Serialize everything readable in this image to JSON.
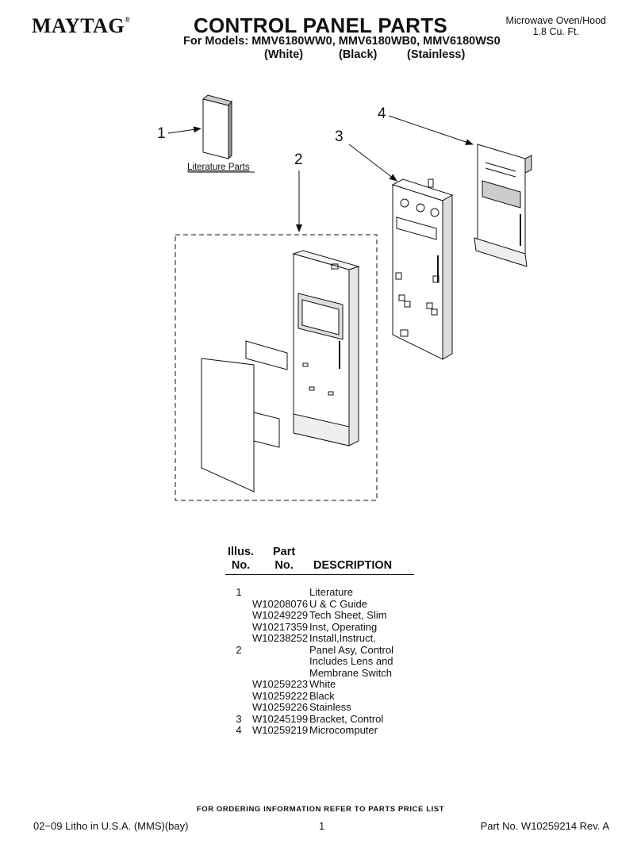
{
  "header": {
    "brand": "MAYTAG",
    "brand_mark": "®",
    "title": "CONTROL PANEL PARTS",
    "models_line": "For Models: MMV6180WW0, MMV6180WB0, MMV6180WS0",
    "variants": [
      "(White)",
      "(Black)",
      "(Stainless)"
    ],
    "product_line1": "Microwave Oven/Hood",
    "product_line2": "1.8 Cu. Ft."
  },
  "diagram": {
    "callouts": [
      "1",
      "2",
      "3",
      "4"
    ],
    "literature_label": "Literature Parts"
  },
  "table": {
    "headers": {
      "illus_line1": "Illus.",
      "illus_line2": "No.",
      "part_line1": "Part",
      "part_line2": "No.",
      "description": "DESCRIPTION"
    },
    "rows": [
      {
        "illus": "1",
        "part": "",
        "desc": "Literature"
      },
      {
        "illus": "",
        "part": "W10208076",
        "desc": "U & C Guide"
      },
      {
        "illus": "",
        "part": "W10249229",
        "desc": "Tech Sheet, Slim"
      },
      {
        "illus": "",
        "part": "W10217359",
        "desc": "Inst, Operating"
      },
      {
        "illus": "",
        "part": "W10238252",
        "desc": "Install,Instruct."
      },
      {
        "illus": "2",
        "part": "",
        "desc": "Panel Asy, Control"
      },
      {
        "illus": "",
        "part": "",
        "desc": "Includes Lens and"
      },
      {
        "illus": "",
        "part": "",
        "desc": "Membrane Switch"
      },
      {
        "illus": "",
        "part": "W10259223",
        "desc": "White"
      },
      {
        "illus": "",
        "part": "W10259222",
        "desc": "Black"
      },
      {
        "illus": "",
        "part": "W10259226",
        "desc": "Stainless"
      },
      {
        "illus": "3",
        "part": "W10245199",
        "desc": "Bracket, Control"
      },
      {
        "illus": "4",
        "part": "W10259219",
        "desc": "Microcomputer"
      }
    ]
  },
  "footer": {
    "ordering_note": "FOR ORDERING INFORMATION REFER TO PARTS PRICE LIST",
    "litho": "02−09 Litho in U.S.A. (MMS)(bay)",
    "page_number": "1",
    "part_number": "Part No. W10259214 Rev. A"
  }
}
